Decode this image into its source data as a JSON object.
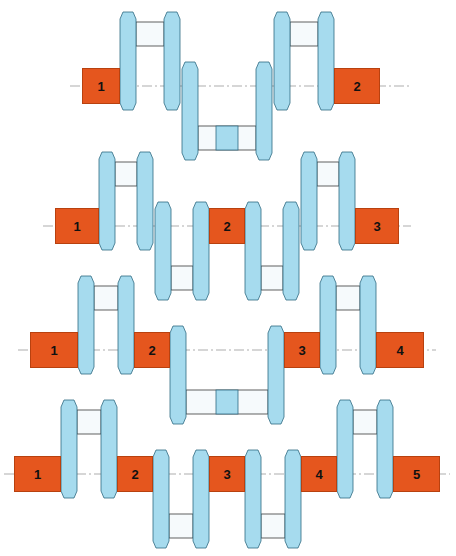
{
  "diagram": {
    "nodes": [
      {
        "text": [
          "1"
        ]
      },
      {
        "text": [
          "2"
        ]
      },
      {
        "text": [
          "1"
        ]
      },
      {
        "text": [
          "2"
        ]
      },
      {
        "text": [
          "3"
        ]
      },
      {
        "text": [
          "1"
        ]
      },
      {
        "text": [
          "2"
        ]
      },
      {
        "text": [
          "3"
        ]
      },
      {
        "text": [
          "4"
        ]
      },
      {
        "text": [
          "1"
        ]
      },
      {
        "text": [
          "2"
        ]
      },
      {
        "text": [
          "3"
        ]
      },
      {
        "text": [
          "4"
        ]
      },
      {
        "text": [
          "5"
        ]
      }
    ]
  }
}
